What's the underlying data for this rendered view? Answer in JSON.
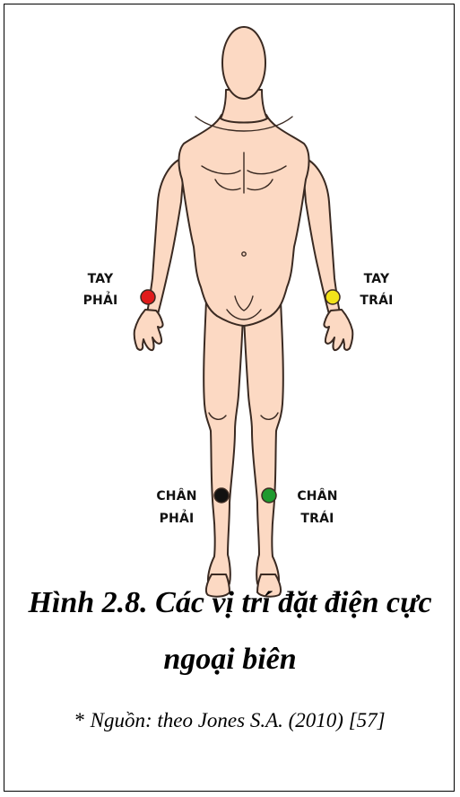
{
  "figure": {
    "labels": {
      "right_arm_line1": "TAY",
      "right_arm_line2": "PHẢI",
      "left_arm_line1": "TAY",
      "left_arm_line2": "TRÁI",
      "right_leg_line1": "CHÂN",
      "right_leg_line2": "PHẢI",
      "left_leg_line1": "CHÂN",
      "left_leg_line2": "TRÁI"
    },
    "electrode_colors": {
      "right_arm": "#e01b1b",
      "left_arm": "#f2e21a",
      "right_leg": "#111111",
      "left_leg": "#1f9a2e"
    },
    "skin_color": "#fcd9c3"
  },
  "caption": {
    "line1": "Hình 2.8. Các vị trí đặt điện cực",
    "line2": "ngoại biên"
  },
  "source": {
    "star": "*",
    "text": " Nguồn: theo Jones S.A. (2010) [57]"
  }
}
